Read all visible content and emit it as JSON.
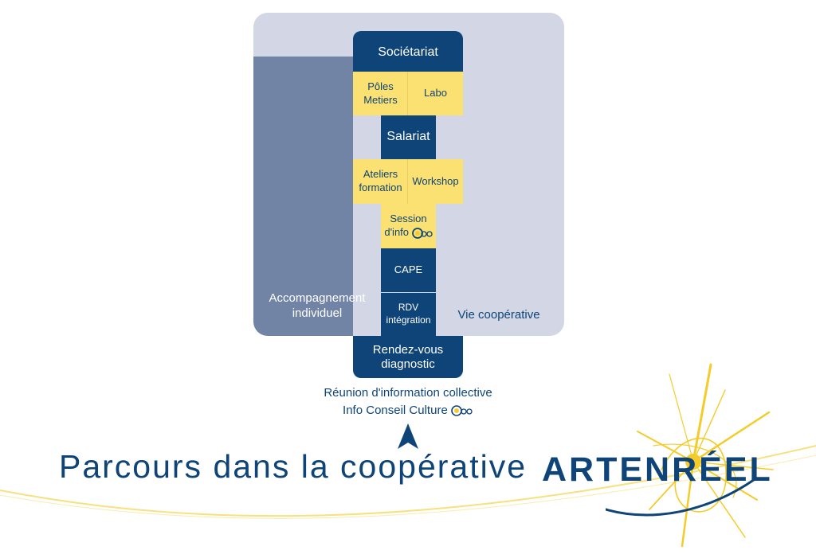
{
  "diagram": {
    "top_block": "Sociétariat",
    "row1": {
      "left": "Pôles\nMetiers",
      "right": "Labo"
    },
    "salariat": "Salariat",
    "row2": {
      "left": "Ateliers\nformation",
      "right": "Workshop"
    },
    "session": {
      "line1": "Session",
      "line2": "d'info"
    },
    "cape": "CAPE",
    "rdv": "RDV\nintégration",
    "rendezvous": "Rendez-vous\ndiagnostic",
    "left_panel_label": "Accompagnement\nindividuel",
    "right_panel_label": "Vie coopérative",
    "entry_line1": "Réunion d'information collective",
    "entry_line2": "Info Conseil Culture",
    "icon_name": "ico-logo-icon",
    "arrow_icon": "arrow-up-icon"
  },
  "page": {
    "title": "Parcours dans la coopérative",
    "logo": "ARTENRÉEL",
    "colors": {
      "navy": "#0e4477",
      "yellow": "#fbe172",
      "panel_light": "#d3d7e5",
      "panel_dark": "#7184a6",
      "spark": "#f3cc2a"
    }
  }
}
